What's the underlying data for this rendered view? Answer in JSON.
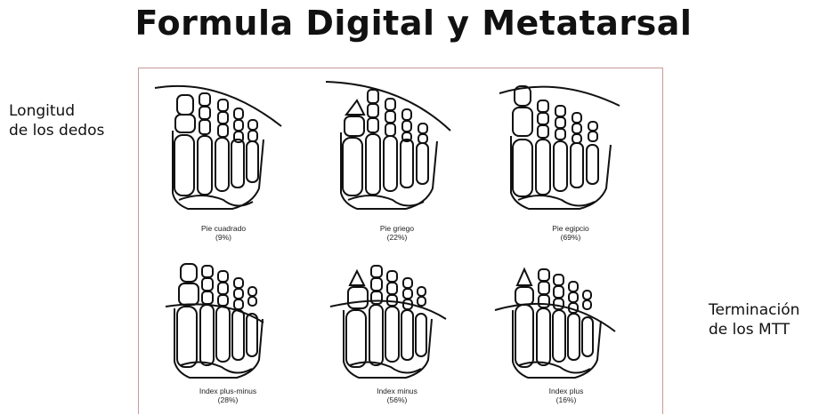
{
  "slide": {
    "title": "Formula Digital y Metatarsal",
    "left_label": {
      "line1": "Longitud",
      "line2": "de los dedos"
    },
    "right_label": {
      "line1": "Terminación",
      "line2": "de los MTT"
    }
  },
  "figure": {
    "top_row": [
      {
        "name": "Pie cuadrado",
        "percent": "(9%)"
      },
      {
        "name": "Pie griego",
        "percent": "(22%)"
      },
      {
        "name": "Pie egipcio",
        "percent": "(69%)"
      }
    ],
    "bottom_row": [
      {
        "name": "Index plus-minus",
        "percent": "(28%)"
      },
      {
        "name": "Index minus",
        "percent": "(56%)"
      },
      {
        "name": "Index plus",
        "percent": "(16%)"
      }
    ]
  }
}
